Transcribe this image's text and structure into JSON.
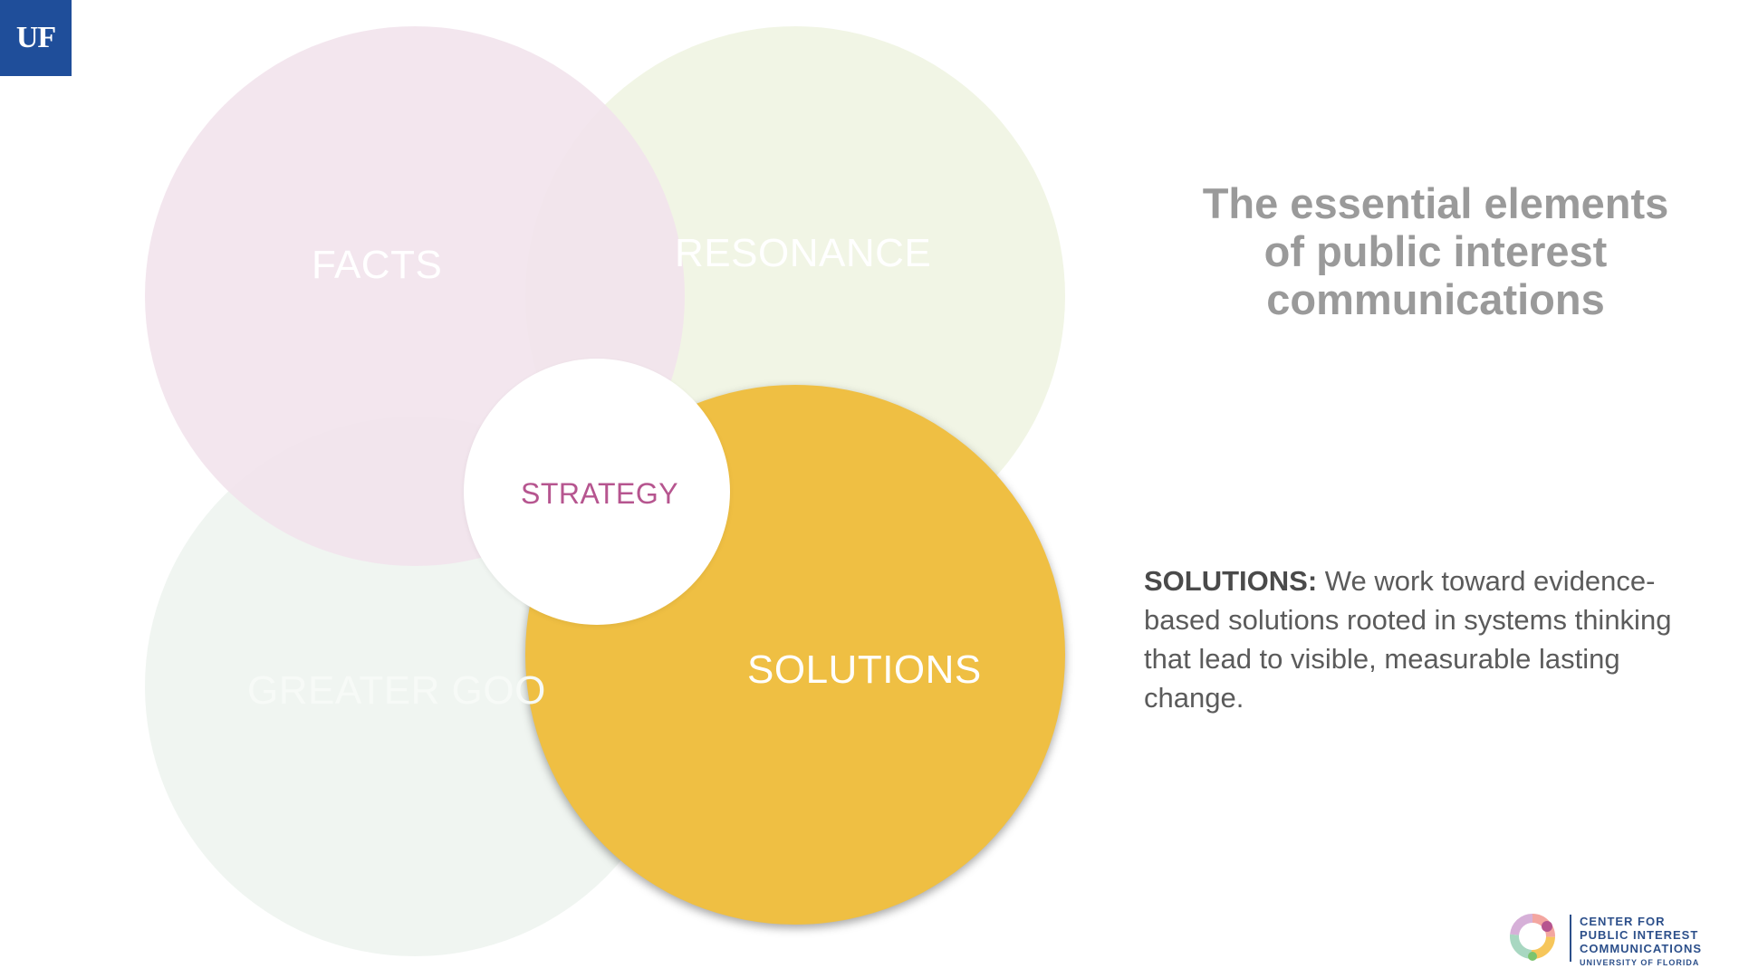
{
  "logo": {
    "text": "UF"
  },
  "venn": {
    "facts": "FACTS",
    "resonance": "RESONANCE",
    "greater_good": "GREATER GOO",
    "solutions": "SOLUTIONS",
    "strategy": "STRATEGY"
  },
  "title": "The essential elements of public interest communications",
  "description": {
    "term": "SOLUTIONS:",
    "text": " We work toward evidence-based solutions rooted in systems thinking that lead to visible, measurable lasting change."
  },
  "footer_logo": {
    "line1": "CENTER FOR",
    "line2": "PUBLIC INTEREST",
    "line3": "COMMUNICATIONS",
    "line4": "UNIVERSITY OF FLORIDA"
  },
  "colors": {
    "facts": "#f2e3ec",
    "resonance": "#eef3df",
    "greater_good": "#eef4ef",
    "solutions": "#efbf43",
    "strategy_text": "#b6558f",
    "uf_blue": "#1f4e9a"
  }
}
